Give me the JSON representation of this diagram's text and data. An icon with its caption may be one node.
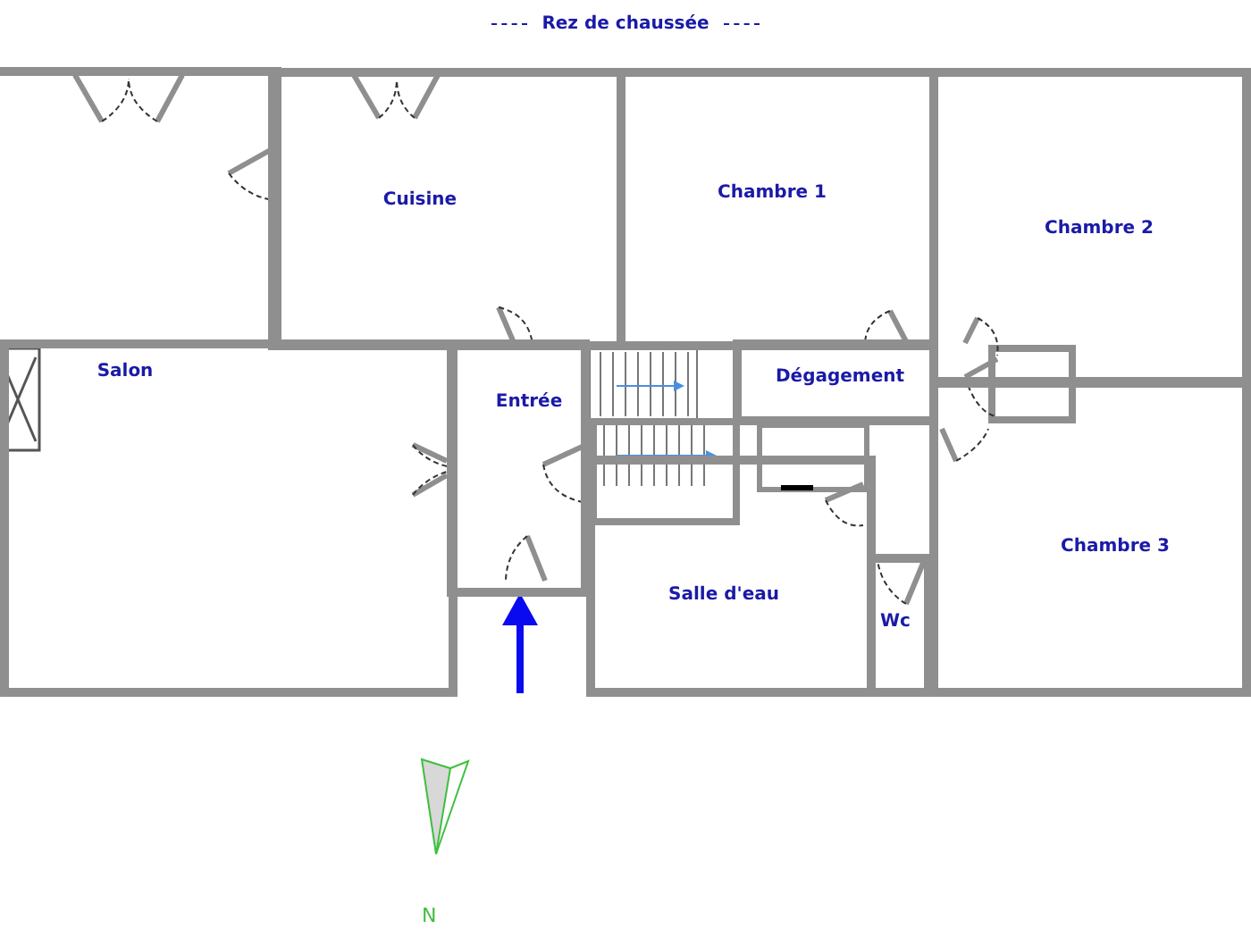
{
  "diagram": {
    "title": "Rez de chaussée",
    "nodes": [
      {
        "text": [
          "Cuisine"
        ]
      },
      {
        "text": [
          "Chambre 1"
        ]
      },
      {
        "text": [
          "Chambre 2"
        ]
      },
      {
        "text": [
          "Salon"
        ]
      },
      {
        "text": [
          "Entrée"
        ]
      },
      {
        "text": [
          "Dégagement"
        ]
      },
      {
        "text": [
          "Salle d'eau"
        ]
      },
      {
        "text": [
          "Wc"
        ]
      },
      {
        "text": [
          "Chambre 3"
        ]
      }
    ],
    "labels": [
      "N"
    ]
  }
}
